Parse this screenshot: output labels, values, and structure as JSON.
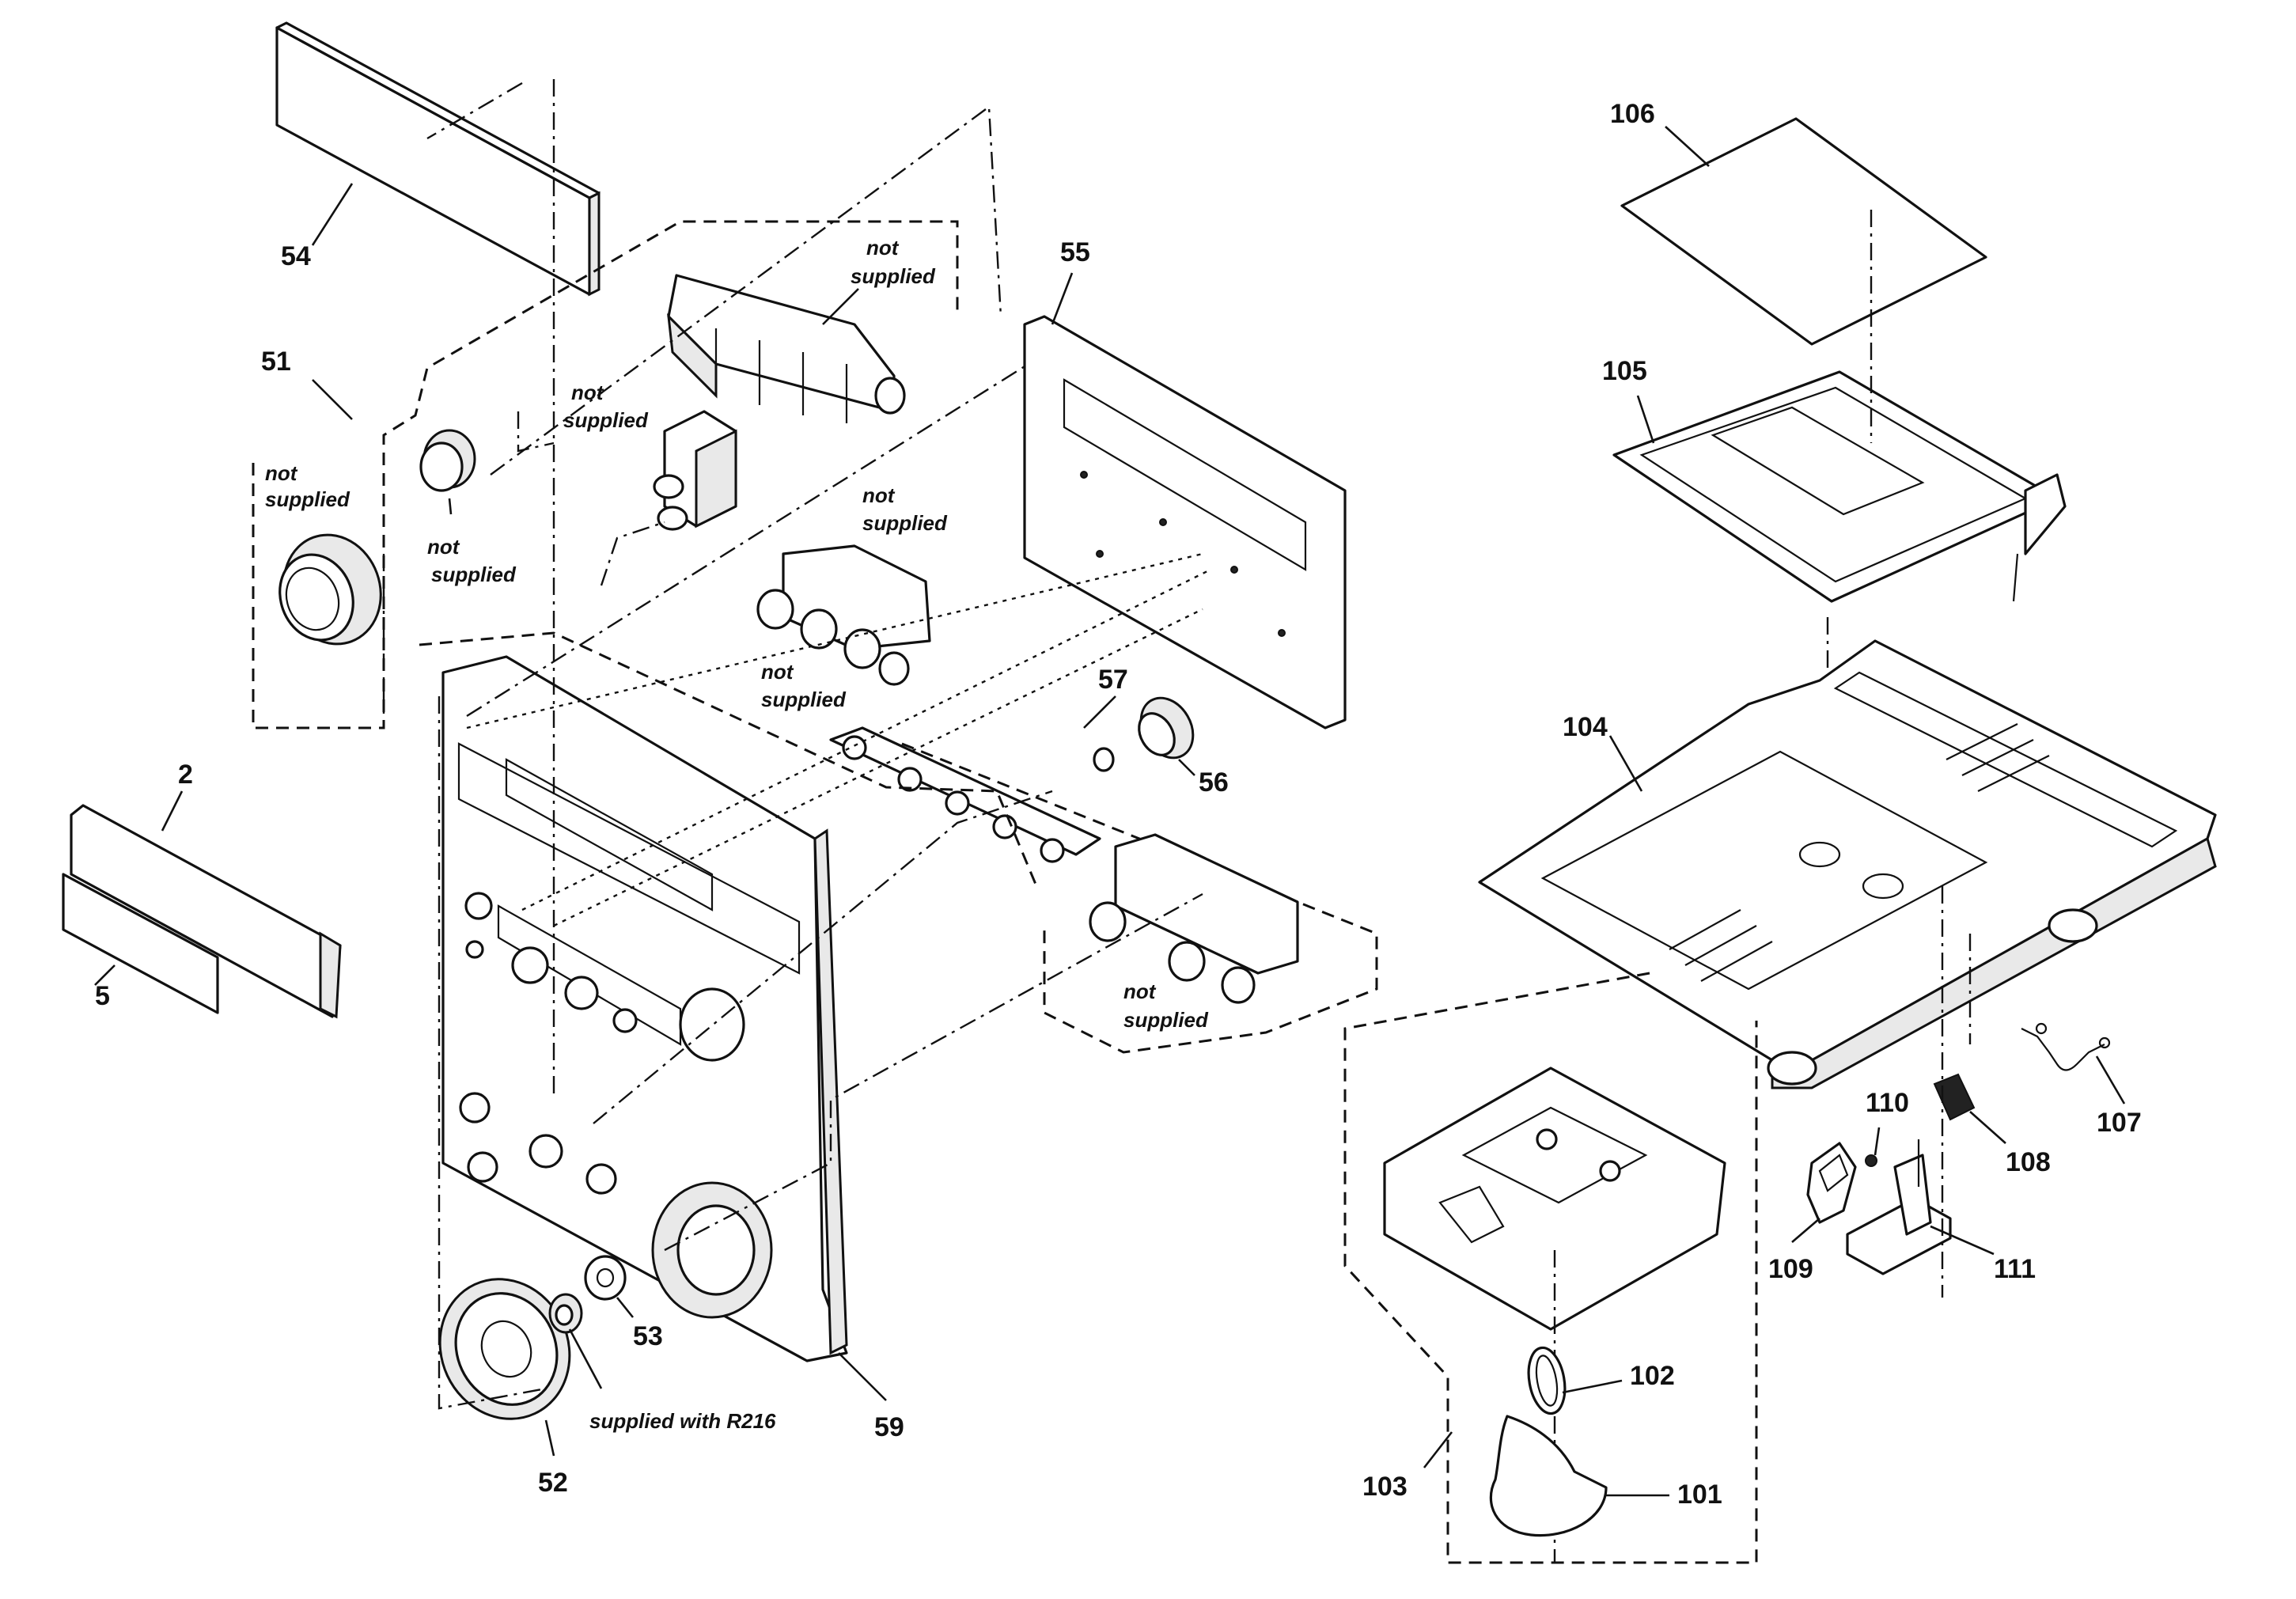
{
  "diagram": {
    "callouts": {
      "c2": "2",
      "c5": "5",
      "c51": "51",
      "c52": "52",
      "c53": "53",
      "c54": "54",
      "c55": "55",
      "c56": "56",
      "c57": "57",
      "c59": "59",
      "c101": "101",
      "c102": "102",
      "c103": "103",
      "c104": "104",
      "c105": "105",
      "c106": "106",
      "c107": "107",
      "c108": "108",
      "c109": "109",
      "c110": "110",
      "c111": "111"
    },
    "notes": {
      "not_supplied_line1": "not",
      "not_supplied_line2": "supplied",
      "supplied_with": "supplied with R216"
    }
  }
}
